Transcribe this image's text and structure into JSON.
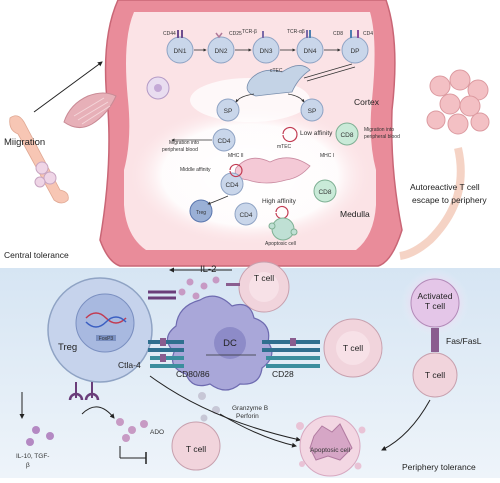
{
  "top": {
    "central_tolerance": "Central tolerance",
    "migration": "Miigration",
    "cortex": "Cortex",
    "medulla": "Medulla",
    "autoreactive_line1": "Autoreactive T cell",
    "autoreactive_line2": "escape to periphery",
    "cells": {
      "dn1": "DN1",
      "dn2": "DN2",
      "dn3": "DN3",
      "dn4": "DN4",
      "dp": "DP",
      "sp_left": "SP",
      "sp_right": "SP",
      "cd4_top": "CD4",
      "cd4_mid": "CD4",
      "cd4_bottom": "CD4",
      "cd8_top": "CD8",
      "cd8_bottom": "CD8",
      "treg": "Treg"
    },
    "markers": {
      "cd44": "CD44",
      "cd25": "CD25",
      "tcr_b": "TCR-β",
      "tcr_ab": "TCR-αβ",
      "cd8": "CD8",
      "cd4": "CD4"
    },
    "ctec": "cTEC",
    "mtec": "mTEC",
    "mhc_ii": "MHC II",
    "mhc_i": "MHC I",
    "low_affinity": "Low affinity",
    "middle_affinity": "Middle affinity",
    "high_affinity": "High affinity",
    "apoptotic": "Apoptosic cell",
    "migration_left_1": "Migration into",
    "migration_left_2": "peripheral blood",
    "migration_right_1": "Migration into",
    "migration_right_2": "peripheral blood"
  },
  "bottom": {
    "il2": "IL-2",
    "t_cell": "T cell",
    "treg": "Treg",
    "foxp3": "FoxP3",
    "dc": "DC",
    "ctla4": "Ctla-4",
    "cd80_86": "CD80/86",
    "cd28": "CD28",
    "activated_1": "Activated",
    "activated_2": "T cell",
    "fas": "Fas/FasL",
    "ado": "ADO",
    "il10_1": "IL-10, TGF-",
    "il10_2": "β",
    "granzyme_1": "Granzyme B",
    "granzyme_2": "Perforin",
    "apoptotic": "Apoptosic cell",
    "periphery_tolerance": "Periphery tolerance"
  },
  "colors": {
    "thymus_wall": "#e88a98",
    "thymus_inner": "#fbe0e3",
    "cell_blue": "#c9d6ea",
    "cell_pink": "#f2c6d2",
    "dc_purple": "#a9a7d9",
    "bottom_bg": "#e6eff8"
  }
}
